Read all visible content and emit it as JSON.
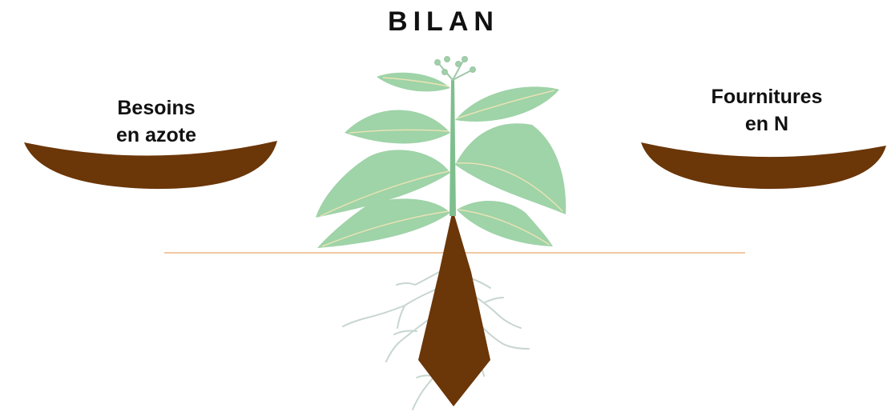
{
  "title": "BILAN",
  "left_pan": {
    "line1": "Besoins",
    "line2": "en azote"
  },
  "right_pan": {
    "line1": "Fournitures",
    "line2": "en N"
  },
  "colors": {
    "pan": "#6b3608",
    "root": "#6b3608",
    "leaf": "#9fd3a8",
    "leaf_vein": "#e8e3b4",
    "stem": "#7fbf8e",
    "soil_line": "#f0c8a0",
    "fine_roots": "#c7d6cf"
  }
}
